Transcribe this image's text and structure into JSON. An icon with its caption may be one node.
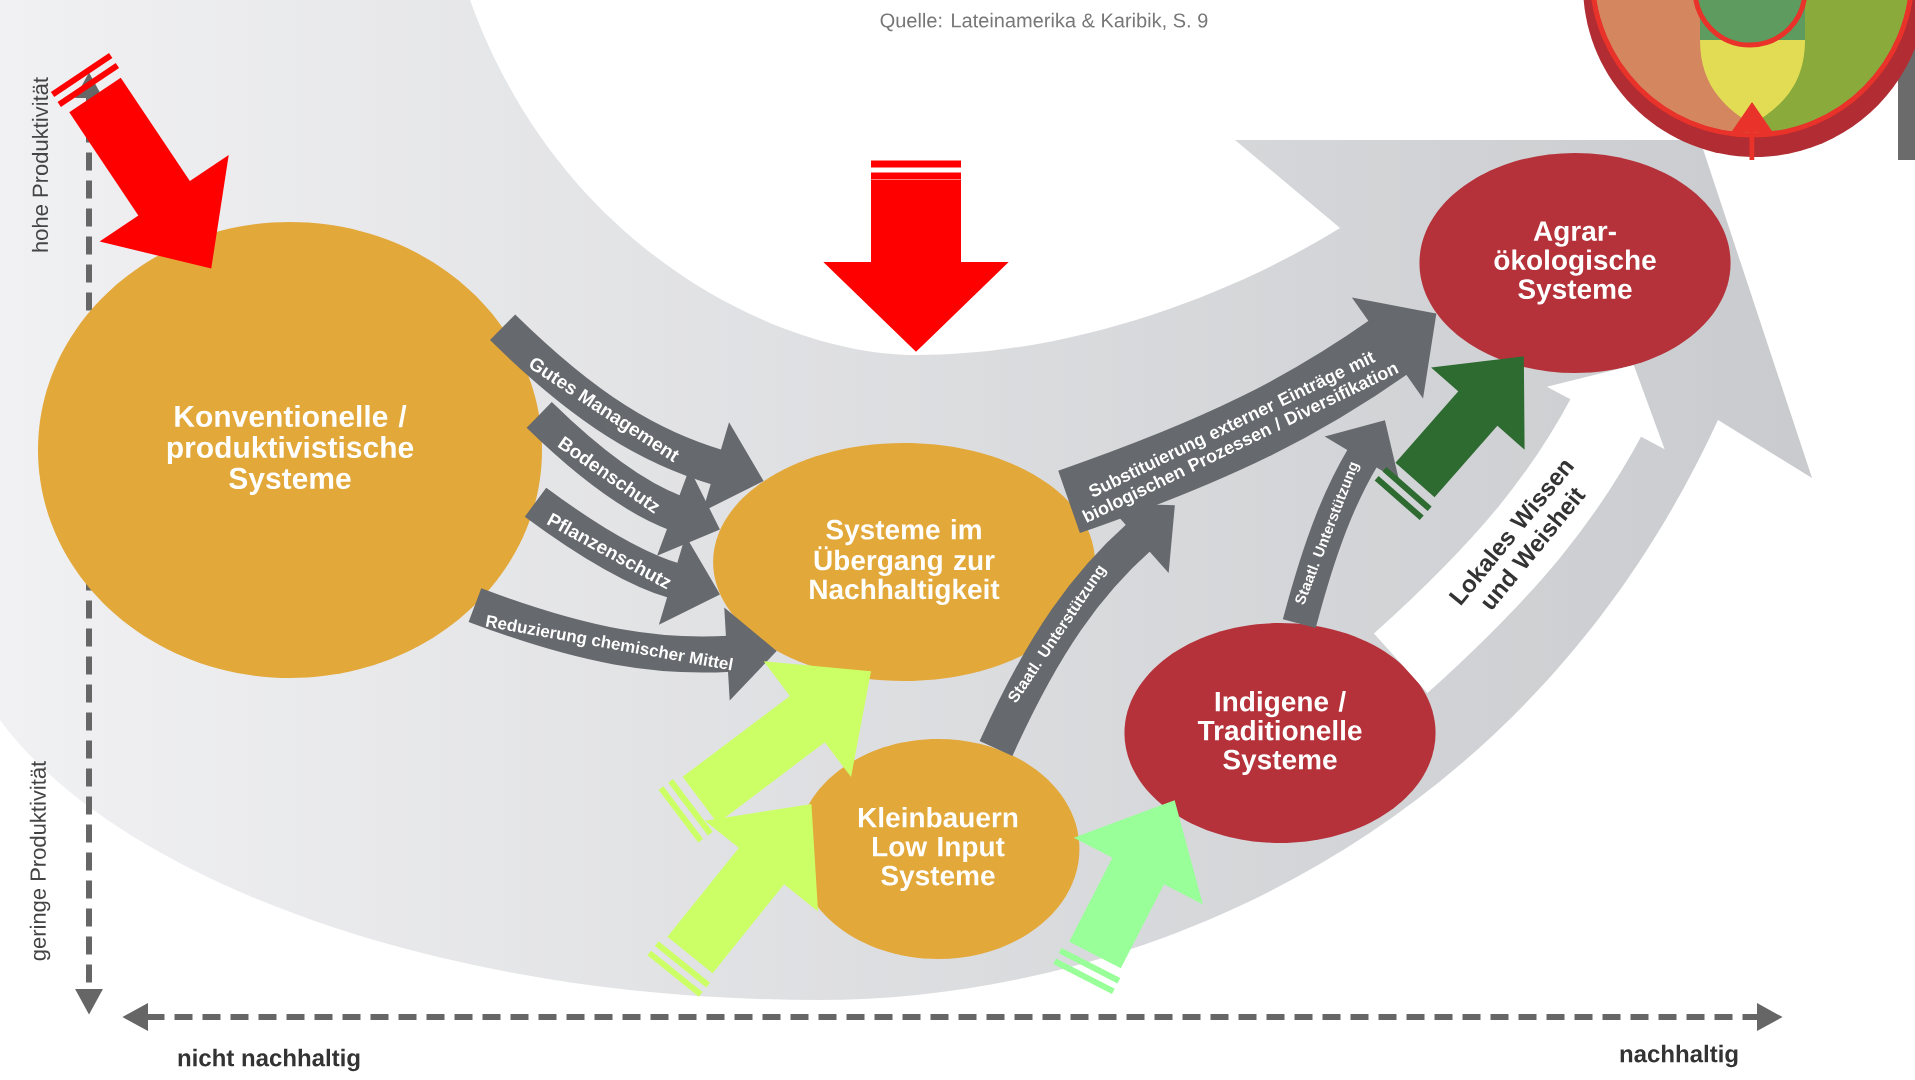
{
  "diagram": {
    "nodes": [
      {
        "text": [
          "Konventionelle / produktivistische Systeme"
        ]
      },
      {
        "text": [
          "Systeme im Übergang zur Nachhaltigkeit"
        ]
      },
      {
        "text": [
          "Kleinbauern Low Input Systeme"
        ]
      },
      {
        "text": [
          "Indigene / Traditionelle Systeme"
        ]
      },
      {
        "text": [
          "Agrar- ökologische Systeme"
        ]
      }
    ],
    "edges": [
      {
        "from": 0,
        "to": 1,
        "arrow": "to",
        "label": "Gutes Management"
      },
      {
        "from": 0,
        "to": 1,
        "arrow": "to",
        "label": "Bodenschutz"
      },
      {
        "from": 0,
        "to": 1,
        "arrow": "to",
        "label": "Pflanzenschutz"
      },
      {
        "from": 0,
        "to": 1,
        "arrow": "to",
        "label": "Reduzierung chemischer Mittel"
      },
      {
        "from": 1,
        "to": 4,
        "arrow": "to",
        "label": "Substituierung externer Einträge mit biologischen Prozessen / Diversifikation"
      },
      {
        "from": 2,
        "to": null,
        "arrow": "to",
        "label": "Staatl. Unterstützung"
      },
      {
        "from": 3,
        "to": null,
        "arrow": "to",
        "label": "Staatl. Unterstützung"
      },
      {
        "from": 3,
        "to": 4,
        "arrow": "to",
        "label": "Lokales Wissen und Weisheit",
        "color": "#ffffff"
      },
      {
        "from": null,
        "to": 0,
        "arrow": "to",
        "color": "#ff0000"
      },
      {
        "from": null,
        "to": 1,
        "arrow": "to",
        "color": "#ccff66"
      },
      {
        "from": null,
        "to": 2,
        "arrow": "to",
        "color": "#ccff66"
      },
      {
        "from": null,
        "to": 3,
        "arrow": "to",
        "color": "#99ff99"
      },
      {
        "from": null,
        "to": 4,
        "arrow": "to",
        "color": "#2e6b30"
      }
    ],
    "labels": [
      "Quelle: Lateinamerika & Karibik, S. 9",
      "hohe Produktivität",
      "geringe Produktivität",
      "nicht nachhaltig",
      "nachhaltig"
    ]
  }
}
